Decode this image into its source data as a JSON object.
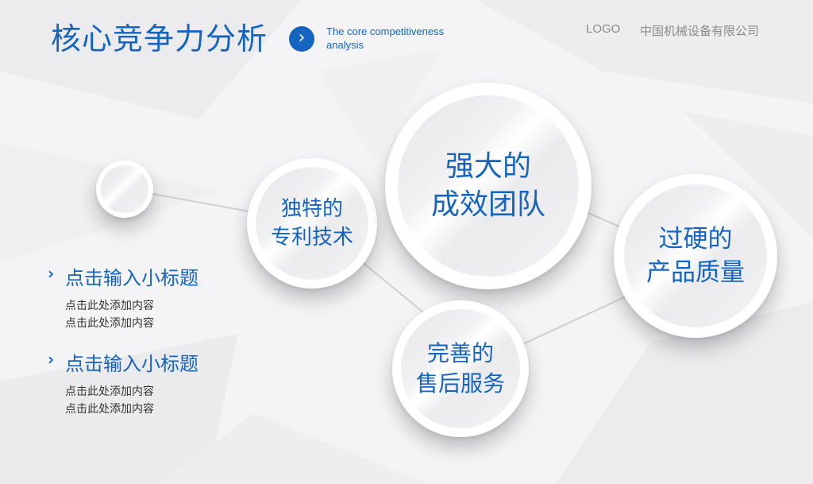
{
  "header": {
    "title": "核心竞争力分析",
    "subtitle_line1": "The core competitiveness",
    "subtitle_line2": "analysis",
    "logo": "LOGO",
    "company": "中国机械设备有限公司"
  },
  "circles": {
    "patent": {
      "line1": "独特的",
      "line2": "专利技术"
    },
    "team": {
      "line1": "强大的",
      "line2": "成效团队"
    },
    "quality": {
      "line1": "过硬的",
      "line2": "产品质量"
    },
    "service": {
      "line1": "完善的",
      "line2": "售后服务"
    }
  },
  "items": [
    {
      "heading": "点击输入小标题",
      "line1": "点击此处添加内容",
      "line2": "点击此处添加内容"
    },
    {
      "heading": "点击输入小标题",
      "line1": "点击此处添加内容",
      "line2": "点击此处添加内容"
    }
  ],
  "colors": {
    "accent": "#1565c0",
    "text": "#333333",
    "muted": "#8a8a8a"
  },
  "icons": {
    "title_arrow": "chevron-right-circle-icon",
    "item_bullet": "chevron-right-icon"
  }
}
